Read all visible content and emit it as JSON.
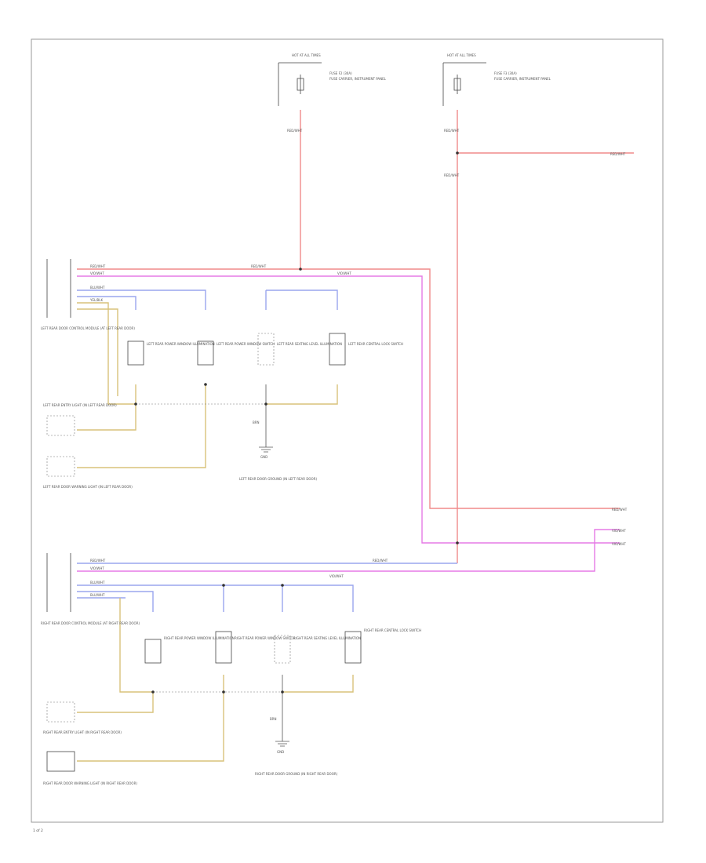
{
  "colors": {
    "red": "#f08a8a",
    "pink": "#e57ae5",
    "blue": "#9aa6ee",
    "yellow": "#d8c27a",
    "grey": "#8a8a8a",
    "frame": "#9a9a9a"
  },
  "fuses": [
    {
      "id": "fuse-left",
      "header": "HOT AT ALL TIMES",
      "name": "FUSE F2 (30A)",
      "sub": "FUSE CARRIER, INSTRUMENT PANEL"
    },
    {
      "id": "fuse-right",
      "header": "HOT AT ALL TIMES",
      "name": "FUSE F3 (30A)",
      "sub": "FUSE CARRIER, INSTRUMENT PANEL"
    }
  ],
  "wire_codes": {
    "red_feed": "RED/WHT",
    "pink_feed": "VIO/WHT",
    "blue_feed": "BLU/WHT",
    "yellow_feed": "YEL/BLK",
    "brown_ground": "BRN",
    "ground_label": "GND",
    "top_right_ref": "RED/WHT"
  },
  "modules": {
    "left": "LEFT REAR DOOR CONTROL MODULE (AT LEFT REAR DOOR)",
    "right": "RIGHT REAR DOOR CONTROL MODULE (AT RIGHT REAR DOOR)"
  },
  "components_left": [
    "LEFT REAR POWER WINDOW ILLUMINATION",
    "LEFT REAR POWER WINDOW SWITCH",
    "LEFT REAR SEATING LEVEL ILLUMINATION",
    "LEFT REAR CENTRAL LOCK SWITCH"
  ],
  "components_right": [
    "RIGHT REAR POWER WINDOW ILLUMINATION",
    "RIGHT REAR POWER WINDOW SWITCH",
    "RIGHT REAR SEATING LEVEL ILLUMINATION",
    "RIGHT REAR CENTRAL LOCK SWITCH"
  ],
  "side_components": [
    "LEFT REAR ENTRY LIGHT (IN LEFT REAR DOOR)",
    "LEFT REAR DOOR WARNING LIGHT (IN LEFT REAR DOOR)",
    "RIGHT REAR ENTRY LIGHT (IN RIGHT REAR DOOR)",
    "RIGHT REAR DOOR WARNING LIGHT (IN RIGHT REAR DOOR)"
  ],
  "ground_notes": {
    "left": "LEFT REAR DOOR GROUND (IN LEFT REAR DOOR)",
    "right": "RIGHT REAR DOOR GROUND (IN RIGHT REAR DOOR)"
  },
  "right_edge_refs": [
    "RED/WHT",
    "VIO/WHT",
    "VIO/WHT"
  ],
  "footer_code": "1 of 2"
}
